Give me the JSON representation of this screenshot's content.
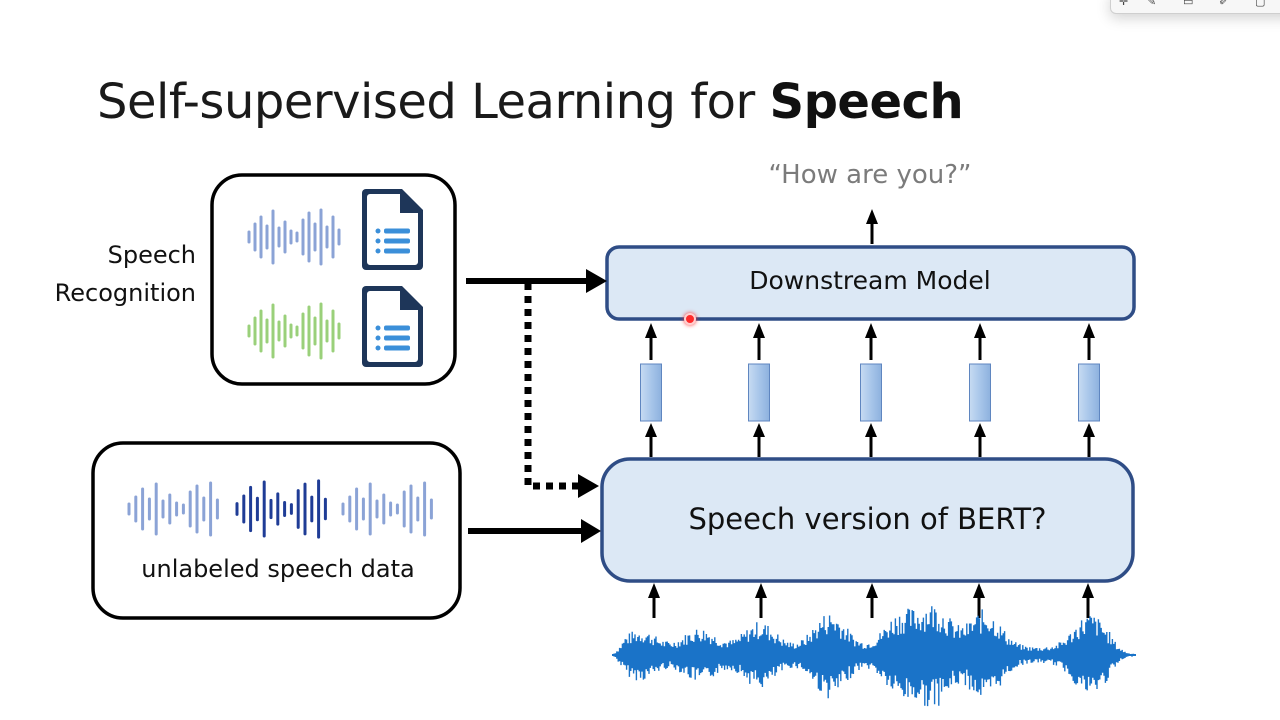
{
  "title": {
    "prefix": "Self-supervised Learning for ",
    "bold": "Speech"
  },
  "labels": {
    "speech_recognition_line1": "Speech",
    "speech_recognition_line2": "Recognition",
    "output_text": "“How are you?”",
    "downstream_model": "Downstream Model",
    "bert_box": "Speech version of BERT?",
    "unlabeled_data": "unlabeled speech data"
  },
  "icons": [
    "waveform-icon",
    "document-list-icon",
    "waveform-icon",
    "document-list-icon",
    "waveform-icon",
    "arrow-icon",
    "laser-pointer-icon"
  ],
  "colors": {
    "box_fill": "#dce8f5",
    "box_border": "#2f4d86",
    "feature_fill": "#9fc0e6",
    "wave_light": "#8ba3d6",
    "wave_dark": "#1f3c96",
    "wave_green": "#9ad07a",
    "doc_dark": "#1e3659",
    "doc_accent": "#3b8fd9",
    "signal_blue": "#1a73c8",
    "laser_red": "#ff2b2b"
  }
}
